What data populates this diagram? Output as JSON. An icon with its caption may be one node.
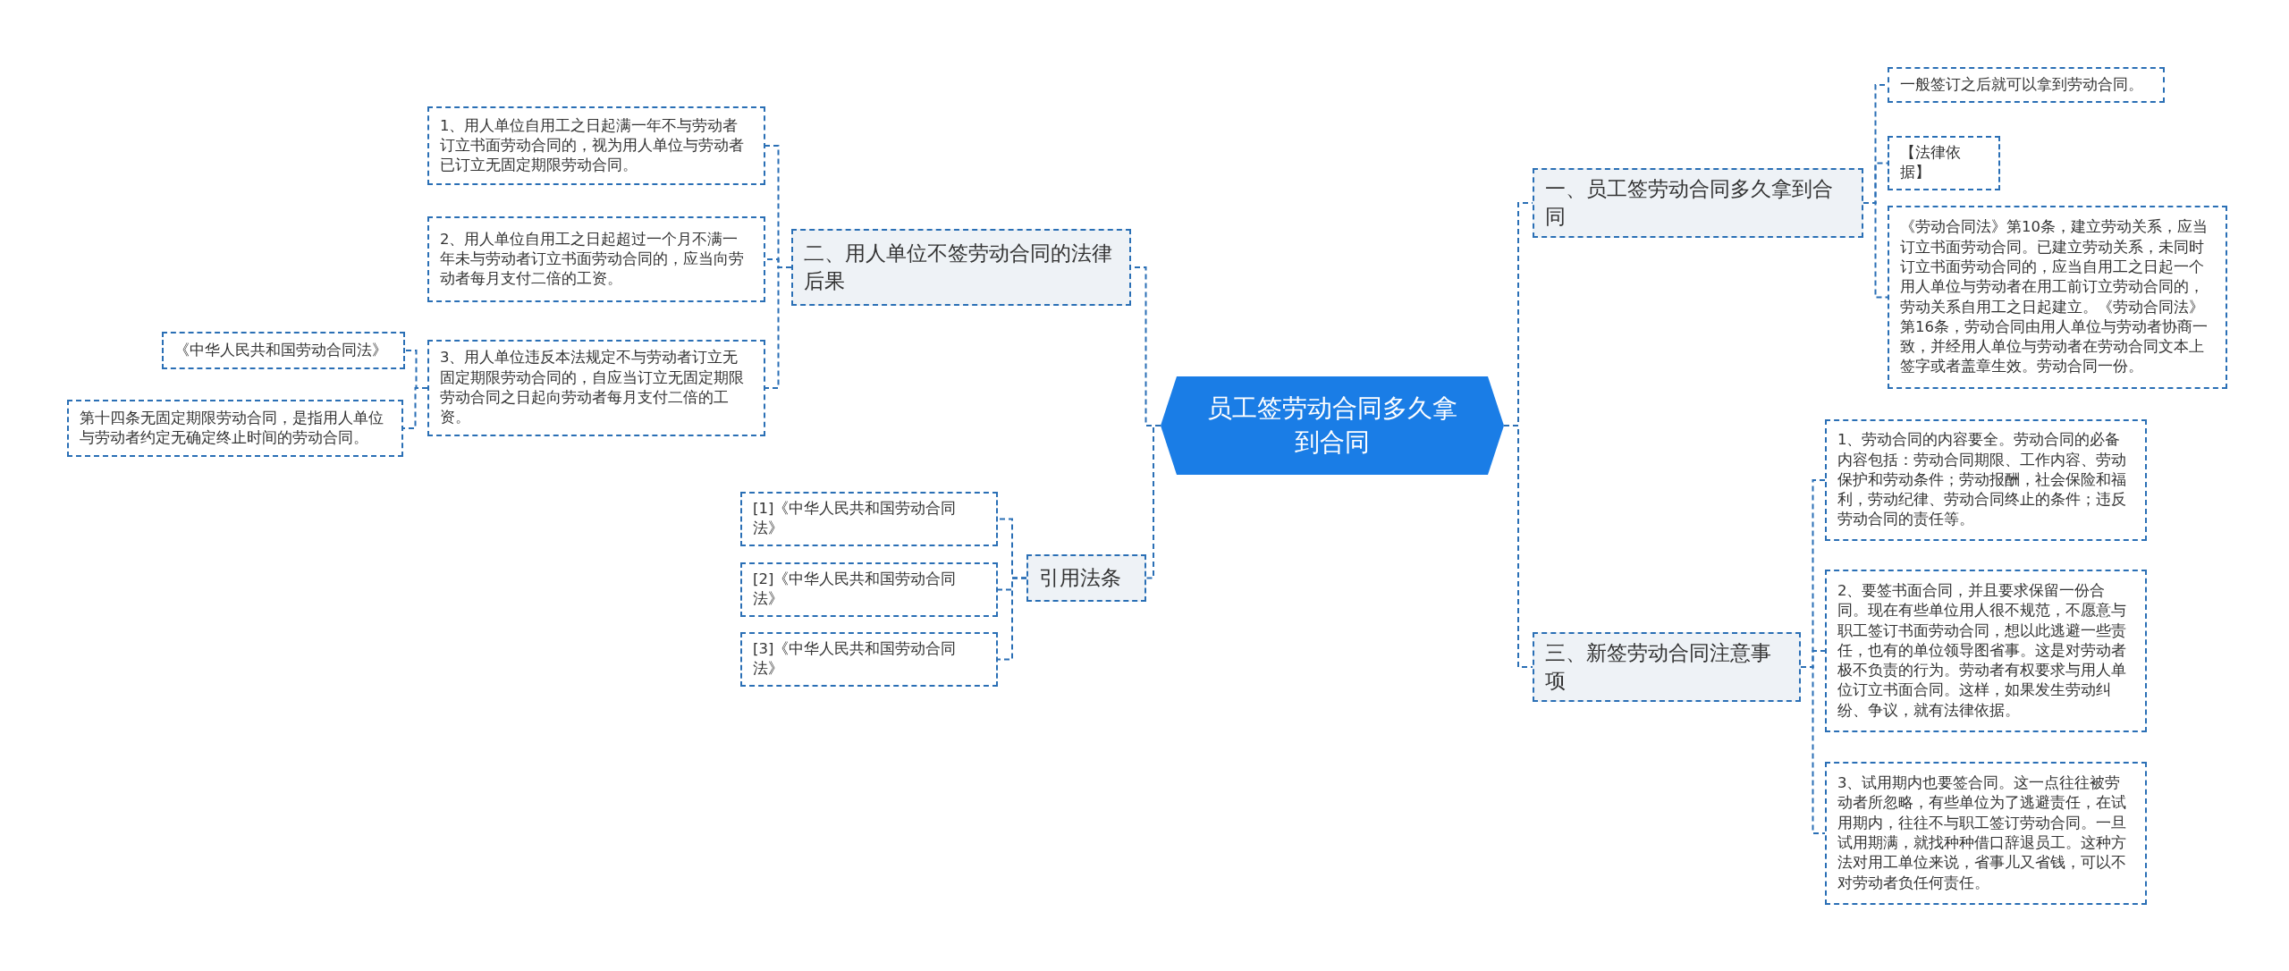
{
  "diagram": {
    "nodes": [
      {
        "text": [
          "员工签劳动合同多久拿到合同"
        ]
      },
      {
        "text": [
          "一、员工签劳动合同多久拿到合同"
        ]
      },
      {
        "text": [
          "一般签订之后就可以拿到劳动合同。"
        ]
      },
      {
        "text": [
          "【法律依据】"
        ]
      },
      {
        "text": [
          "《劳动合同法》第10条，建立劳动关系，应当订立书面劳动合同。已建立劳动关系，未同时订立书面劳动合同的，应当自用工之日起一个用人单位与劳动者在用工前订立劳动合同的，劳动关系自用工之日起建立。《劳动合同法》第16条，劳动合同由用人单位与劳动者协商一致，并经用人单位与劳动者在劳动合同文本上签字或者盖章生效。劳动合同一份。"
        ]
      },
      {
        "text": [
          "三、新签劳动合同注意事项"
        ]
      },
      {
        "text": [
          "1、劳动合同的内容要全。劳动合同的必备内容包括：劳动合同期限、工作内容、劳动保护和劳动条件；劳动报酬，社会保险和福利，劳动纪律、劳动合同终止的条件；违反劳动合同的责任等。"
        ]
      },
      {
        "text": [
          "2、要签书面合同，并且要求保留一份合同。现在有些单位用人很不规范，不愿意与职工签订书面劳动合同，想以此逃避一些责任，也有的单位领导图省事。这是对劳动者极不负责的行为。劳动者有权要求与用人单位订立书面合同。这样，如果发生劳动纠纷、争议，就有法律依据。"
        ]
      },
      {
        "text": [
          "3、试用期内也要签合同。这一点往往被劳动者所忽略，有些单位为了逃避责任，在试用期内，往往不与职工签订劳动合同。一旦试用期满，就找种种借口辞退员工。这种方法对用工单位来说，省事儿又省钱，可以不对劳动者负任何责任。"
        ]
      },
      {
        "text": [
          "二、用人单位不签劳动合同的法律后果"
        ]
      },
      {
        "text": [
          "1、用人单位自用工之日起满一年不与劳动者订立书面劳动合同的，视为用人单位与劳动者已订立无固定期限劳动合同。"
        ]
      },
      {
        "text": [
          "2、用人单位自用工之日起超过一个月不满一年未与劳动者订立书面劳动合同的，应当向劳动者每月支付二倍的工资。"
        ]
      },
      {
        "text": [
          "3、用人单位违反本法规定不与劳动者订立无固定期限劳动合同的，自应当订立无固定期限劳动合同之日起向劳动者每月支付二倍的工资。"
        ]
      },
      {
        "text": [
          "《中华人民共和国劳动合同法》"
        ]
      },
      {
        "text": [
          "第十四条无固定期限劳动合同，是指用人单位与劳动者约定无确定终止时间的劳动合同。"
        ]
      },
      {
        "text": [
          "引用法条"
        ]
      },
      {
        "text": [
          "[1]《中华人民共和国劳动合同法》"
        ]
      },
      {
        "text": [
          "[2]《中华人民共和国劳动合同法》"
        ]
      },
      {
        "text": [
          "[3]《中华人民共和国劳动合同法》"
        ]
      }
    ],
    "edges": [
      {
        "from": 0,
        "to": 1,
        "arrow": "none"
      },
      {
        "from": 1,
        "to": 2,
        "arrow": "none"
      },
      {
        "from": 1,
        "to": 3,
        "arrow": "none"
      },
      {
        "from": 1,
        "to": 4,
        "arrow": "none"
      },
      {
        "from": 0,
        "to": 5,
        "arrow": "none"
      },
      {
        "from": 5,
        "to": 6,
        "arrow": "none"
      },
      {
        "from": 5,
        "to": 7,
        "arrow": "none"
      },
      {
        "from": 5,
        "to": 8,
        "arrow": "none"
      },
      {
        "from": 0,
        "to": 9,
        "arrow": "none"
      },
      {
        "from": 9,
        "to": 10,
        "arrow": "none"
      },
      {
        "from": 9,
        "to": 11,
        "arrow": "none"
      },
      {
        "from": 9,
        "to": 12,
        "arrow": "none"
      },
      {
        "from": 12,
        "to": 13,
        "arrow": "none"
      },
      {
        "from": 12,
        "to": 14,
        "arrow": "none"
      },
      {
        "from": 0,
        "to": 15,
        "arrow": "none"
      },
      {
        "from": 15,
        "to": 16,
        "arrow": "none"
      },
      {
        "from": 15,
        "to": 17,
        "arrow": "none"
      },
      {
        "from": 15,
        "to": 18,
        "arrow": "none"
      }
    ]
  }
}
